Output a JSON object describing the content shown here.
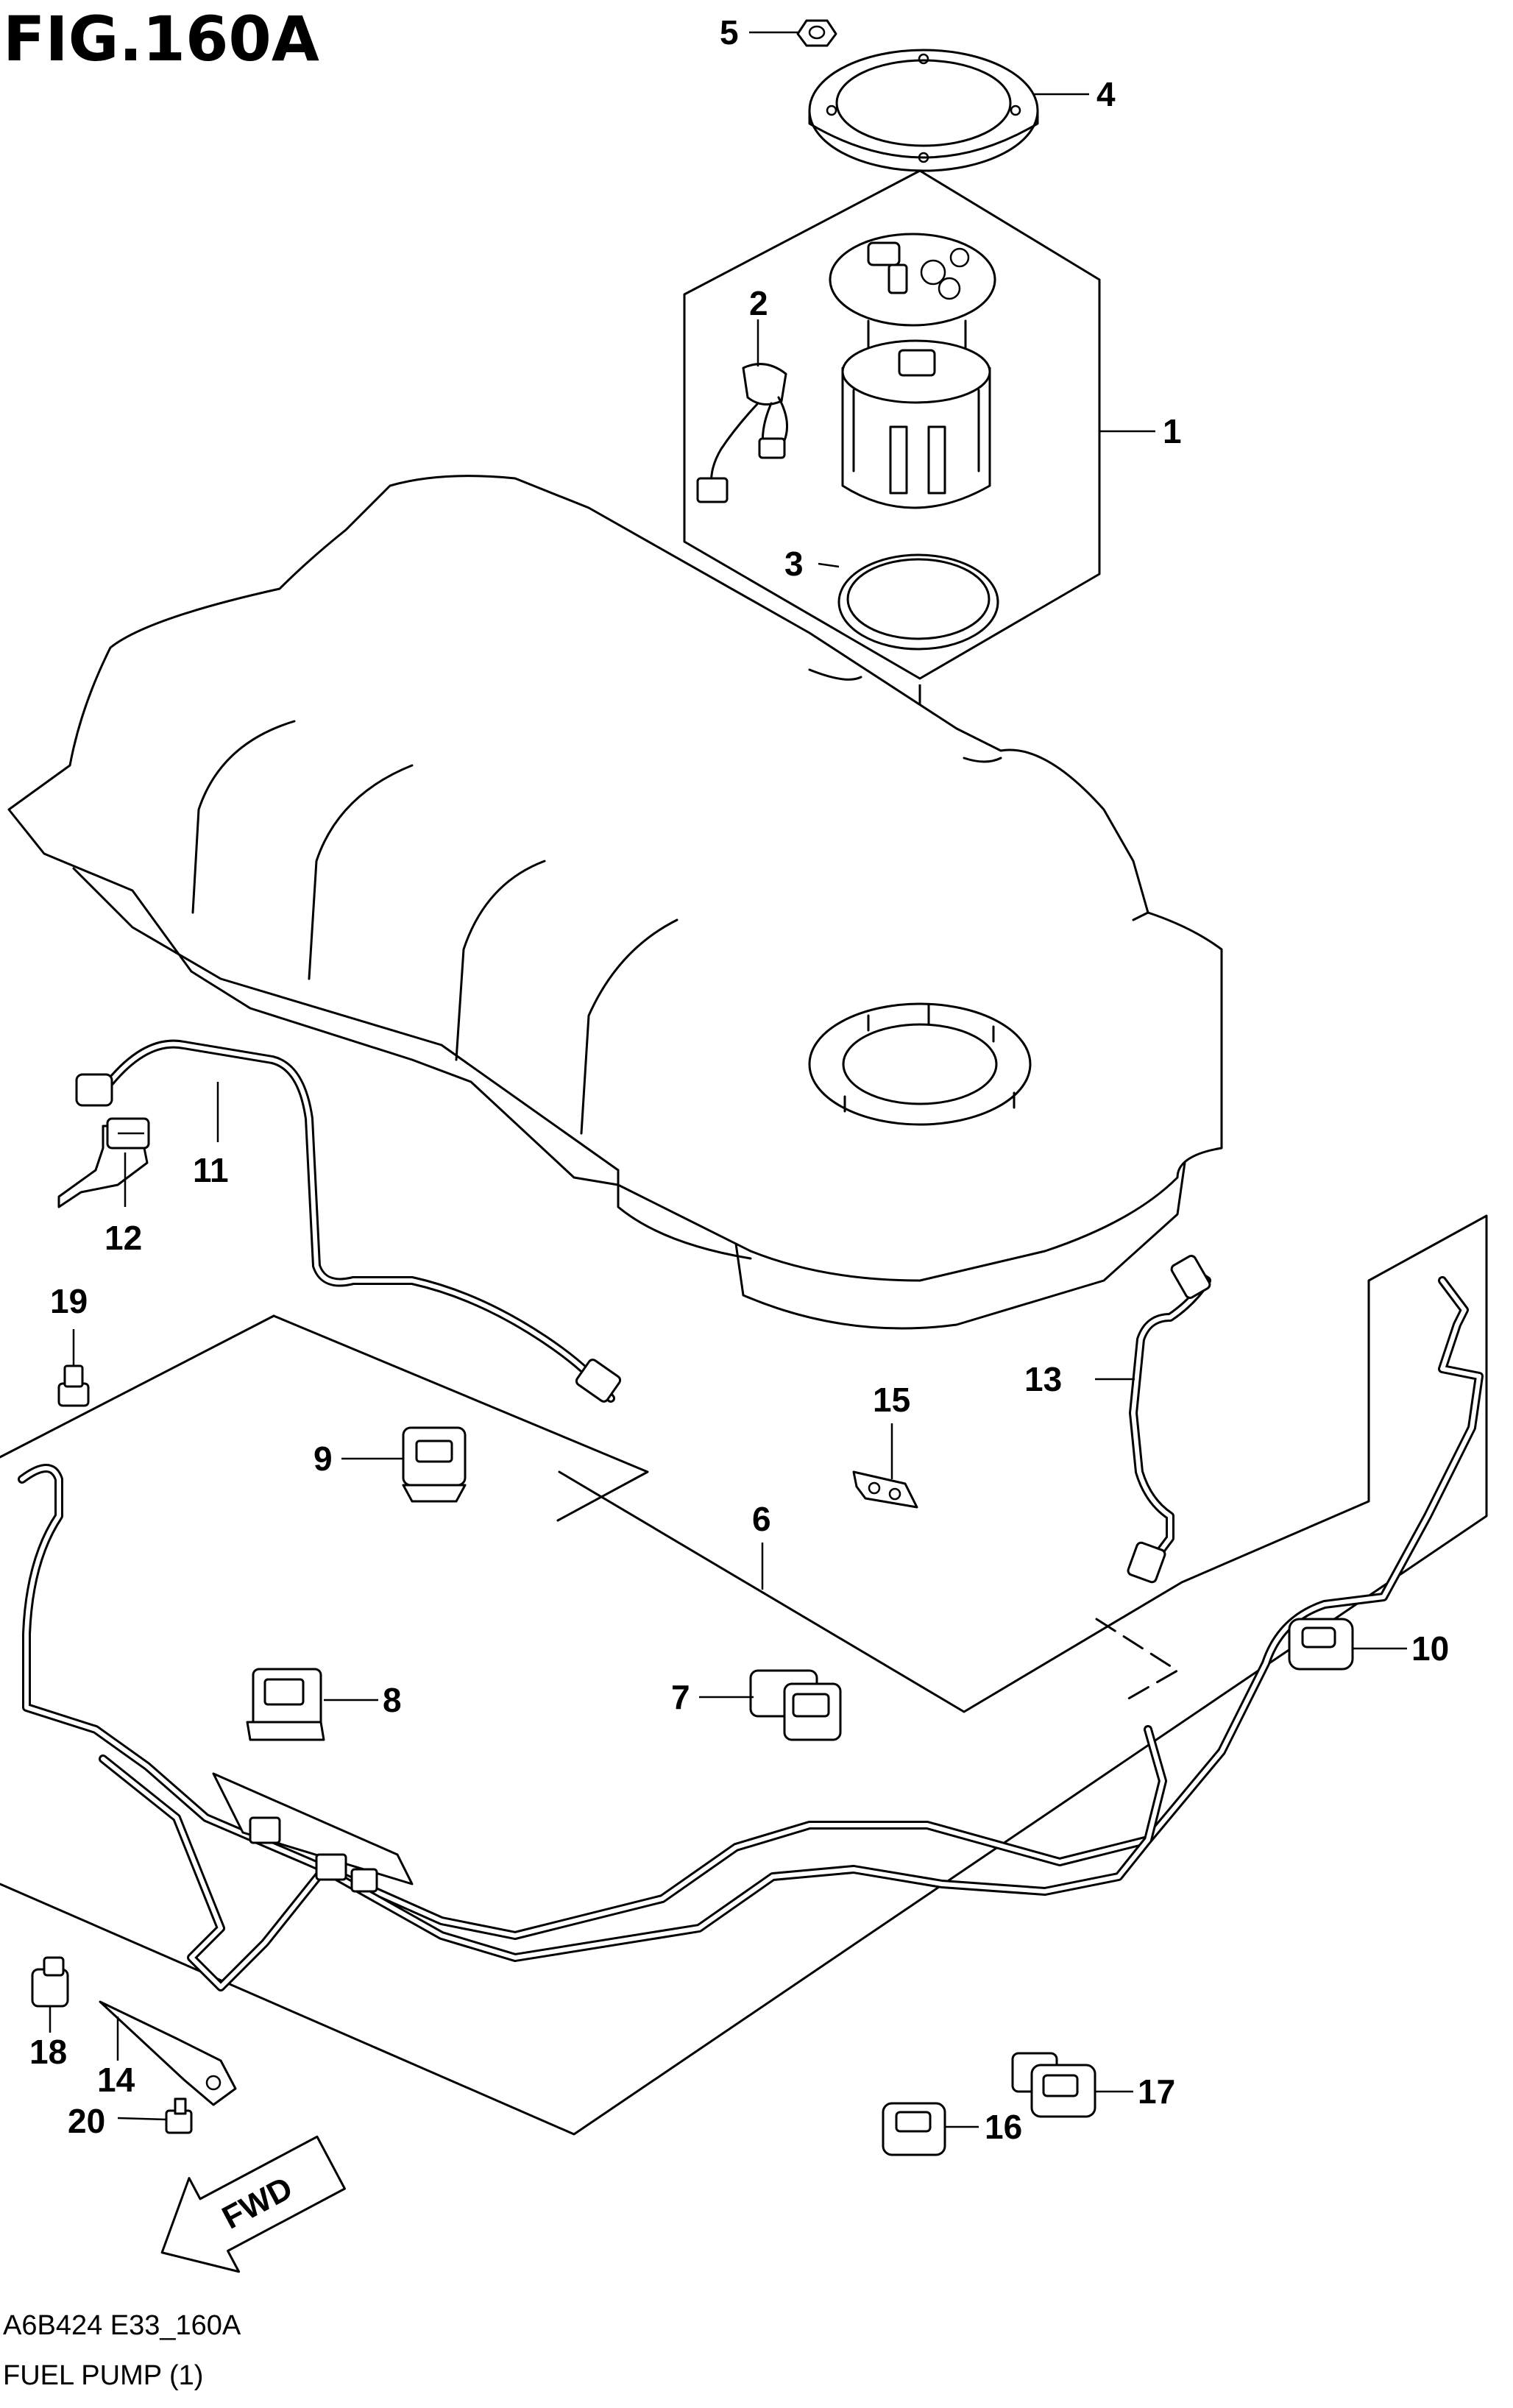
{
  "figure": {
    "title": "FIG.160A"
  },
  "footer": {
    "code": "A6B424 E33_160A",
    "caption": "FUEL PUMP (1)"
  },
  "arrow": {
    "label": "FWD"
  },
  "callouts": [
    {
      "id": "5",
      "label": "5"
    },
    {
      "id": "4",
      "label": "4"
    },
    {
      "id": "2",
      "label": "2"
    },
    {
      "id": "1",
      "label": "1"
    },
    {
      "id": "3",
      "label": "3"
    },
    {
      "id": "11",
      "label": "11"
    },
    {
      "id": "12",
      "label": "12"
    },
    {
      "id": "19",
      "label": "19"
    },
    {
      "id": "9",
      "label": "9"
    },
    {
      "id": "15",
      "label": "15"
    },
    {
      "id": "13",
      "label": "13"
    },
    {
      "id": "6",
      "label": "6"
    },
    {
      "id": "10",
      "label": "10"
    },
    {
      "id": "8",
      "label": "8"
    },
    {
      "id": "7",
      "label": "7"
    },
    {
      "id": "18",
      "label": "18"
    },
    {
      "id": "14",
      "label": "14"
    },
    {
      "id": "20",
      "label": "20"
    },
    {
      "id": "17",
      "label": "17"
    },
    {
      "id": "16",
      "label": "16"
    }
  ]
}
